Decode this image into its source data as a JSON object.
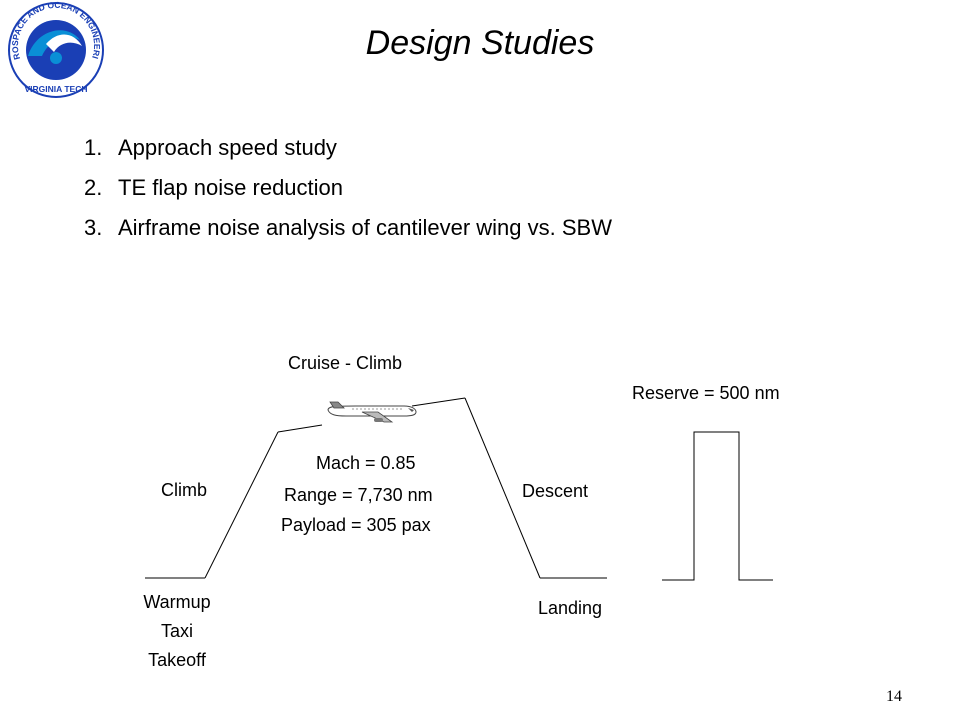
{
  "slide": {
    "title": "Design Studies",
    "page_number": "14"
  },
  "logo": {
    "ring_text": "AEROSPACE AND OCEAN ENGINEERING",
    "sub_text": "VIRGINIA TECH",
    "colors": {
      "ring": "#1a3fb5",
      "wave": "#0a8fd6",
      "bg": "#ffffff"
    }
  },
  "list": {
    "items": [
      {
        "number": "1.",
        "text": "Approach speed study"
      },
      {
        "number": "2.",
        "text": "TE flap noise reduction"
      },
      {
        "number": "3.",
        "text": "Airframe noise analysis of cantilever wing vs. SBW"
      }
    ]
  },
  "mission": {
    "cruise_label": "Cruise - Climb",
    "reserve_label": "Reserve = 500 nm",
    "mach": "Mach = 0.85",
    "range": "Range = 7,730 nm",
    "payload": "Payload = 305 pax",
    "climb_label": "Climb",
    "descent_label": "Descent",
    "warmup_label": "Warmup",
    "taxi_label": "Taxi",
    "takeoff_label": "Takeoff",
    "landing_label": "Landing",
    "airplane_icon": "airplane-icon"
  }
}
